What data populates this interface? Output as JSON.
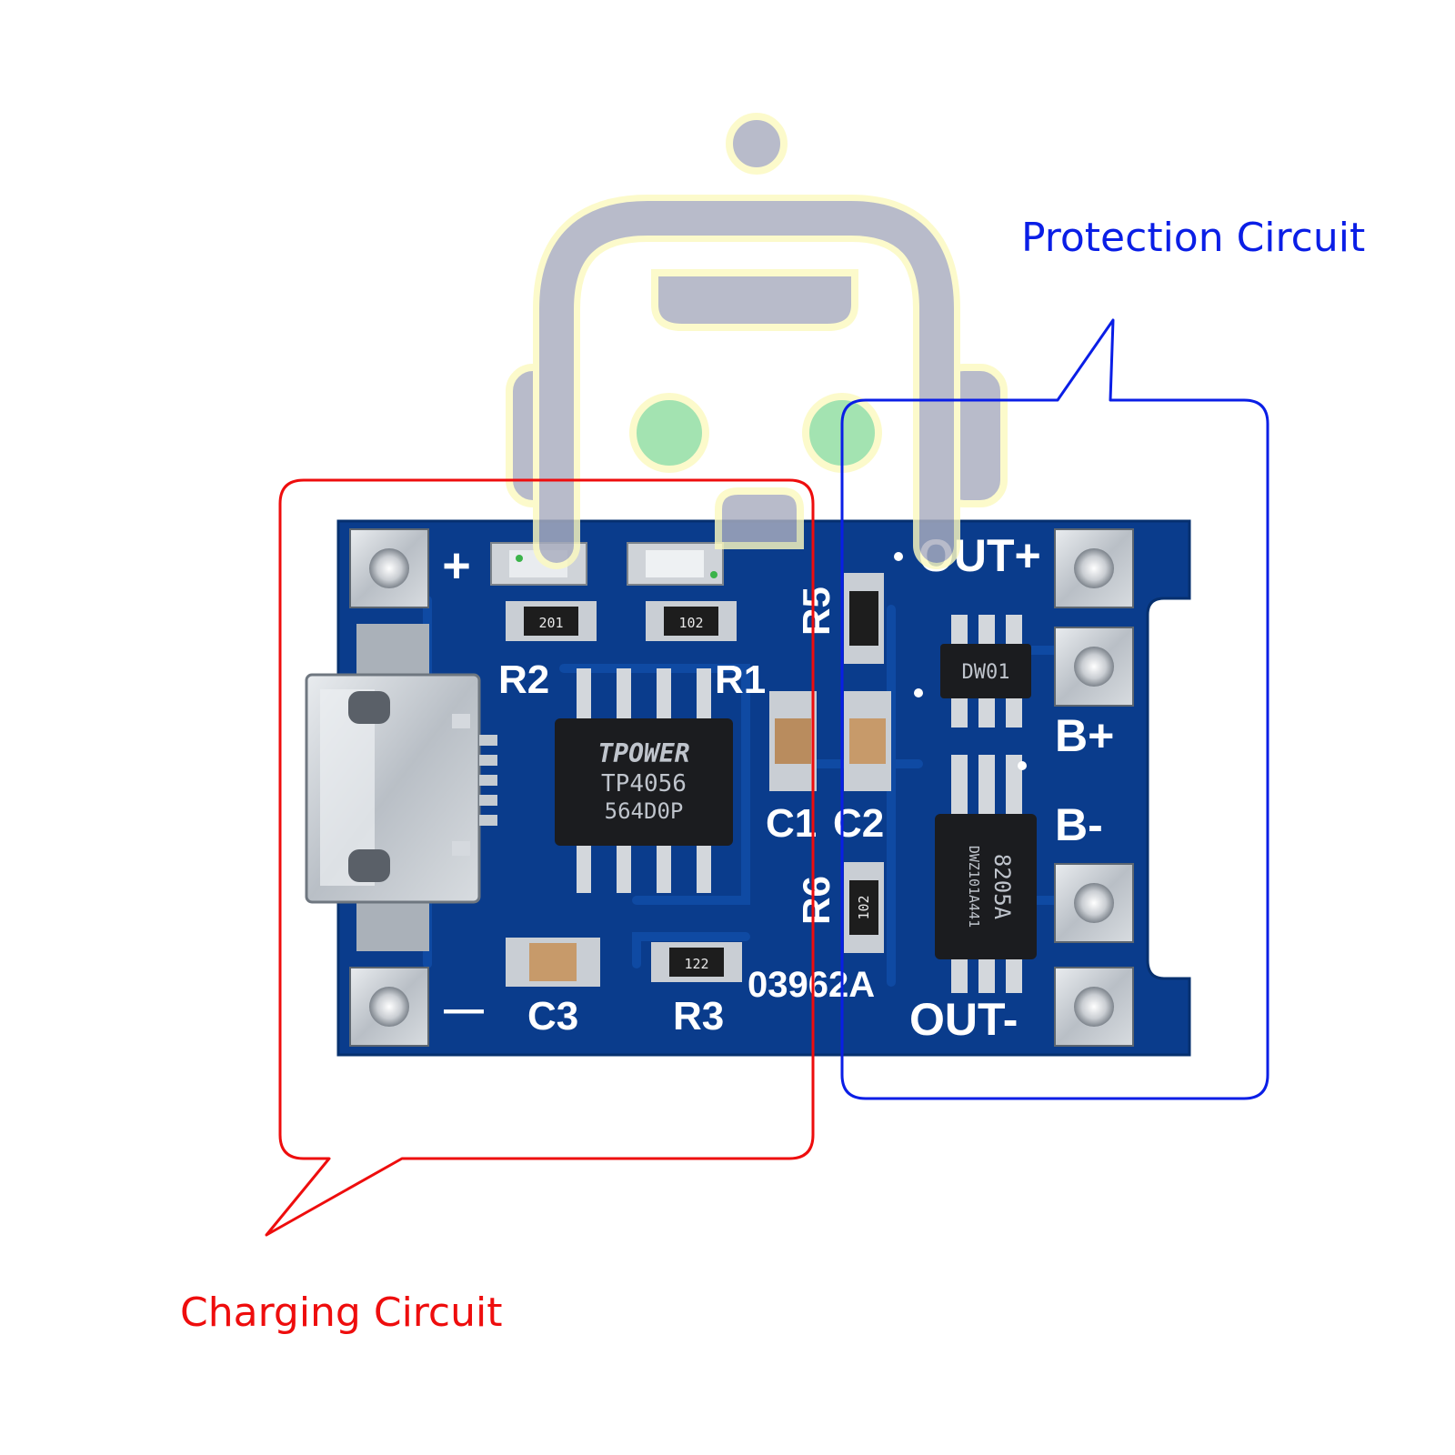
{
  "callouts": {
    "protection": {
      "label": "Protection Circuit",
      "color": "#0a1ee6"
    },
    "charging": {
      "label": "Charging Circuit",
      "color": "#ee0d0d"
    }
  },
  "board": {
    "color": "#0a3c8c",
    "silkscreen": {
      "plus": "+",
      "minus": "—",
      "r1": "R1",
      "r2": "R2",
      "r3": "R3",
      "r5": "R5",
      "r6": "R6",
      "c1": "C1",
      "c2": "C2",
      "c3": "C3",
      "out_plus": "OUT+",
      "out_minus": "OUT-",
      "b_plus": "B+",
      "b_minus": "B-",
      "board_code": "03962A"
    },
    "resistor_codes": {
      "r2": "201",
      "r1": "102",
      "r3": "122",
      "r6": "102"
    },
    "charger_ic": {
      "brand": "TPOWER",
      "model": "TP4056",
      "lot": "564D0P"
    },
    "protection_ic": {
      "model": "DW01"
    },
    "mosfet_ic": {
      "model": "8205A",
      "lot": "DWZ101A441"
    }
  },
  "watermark": {
    "icon": "robot-headset-icon"
  }
}
